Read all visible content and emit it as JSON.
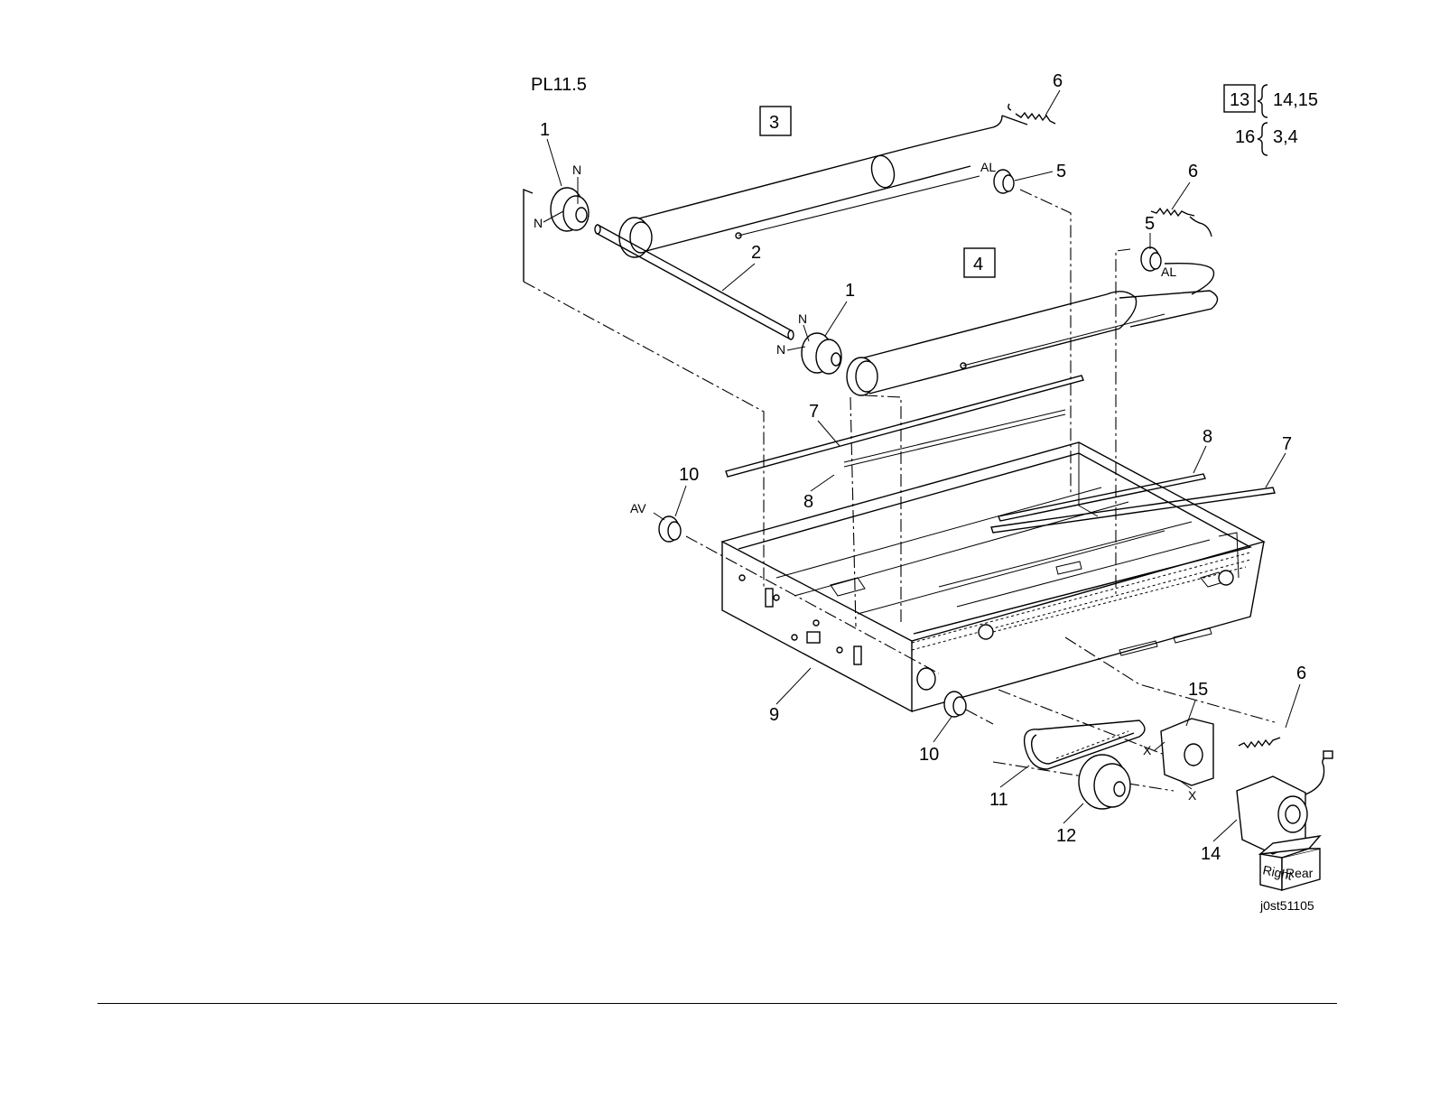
{
  "header": {
    "plate_id": "PL11.5"
  },
  "legend": [
    {
      "parent": "13",
      "children": "14,15",
      "parent_boxed": true
    },
    {
      "parent": "16",
      "children": "3,4",
      "parent_boxed": false
    }
  ],
  "callouts": {
    "p1a": "1",
    "p1b": "1",
    "p2": "2",
    "p3": "3",
    "p4": "4",
    "p5a": "5",
    "p5b": "5",
    "p6a": "6",
    "p6b": "6",
    "p6c": "6",
    "p7a": "7",
    "p7b": "7",
    "p8a": "8",
    "p8b": "8",
    "p9": "9",
    "p10a": "10",
    "p10b": "10",
    "p11": "11",
    "p12": "12",
    "p14": "14",
    "p15": "15"
  },
  "marks": {
    "n1": "N",
    "n2": "N",
    "n3": "N",
    "n4": "N",
    "al1": "AL",
    "al2": "AL",
    "av": "AV",
    "x1": "X",
    "x2": "X"
  },
  "orientation_cube": {
    "right": "Right",
    "rear": "Rear"
  },
  "figure_code": "j0st51105"
}
